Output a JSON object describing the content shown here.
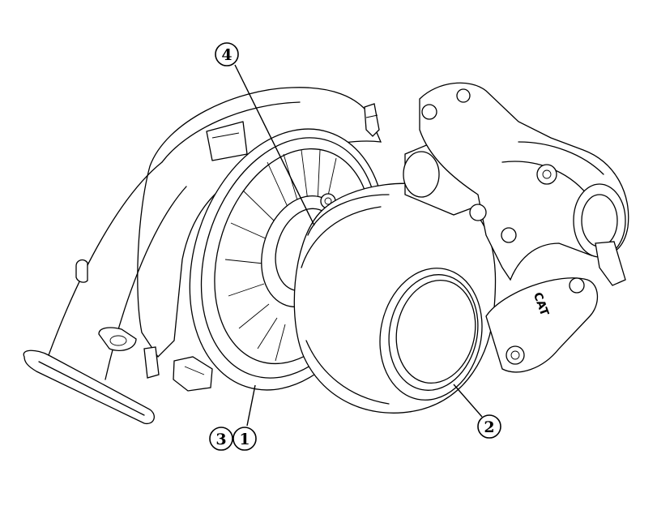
{
  "diagram": {
    "subject": "turbocharger-assembly",
    "callouts": [
      {
        "id": "c4",
        "label": "4"
      },
      {
        "id": "c2",
        "label": "2"
      },
      {
        "id": "c3",
        "label": "3"
      },
      {
        "id": "c1",
        "label": "1"
      }
    ],
    "stamp_text": "CAT"
  }
}
